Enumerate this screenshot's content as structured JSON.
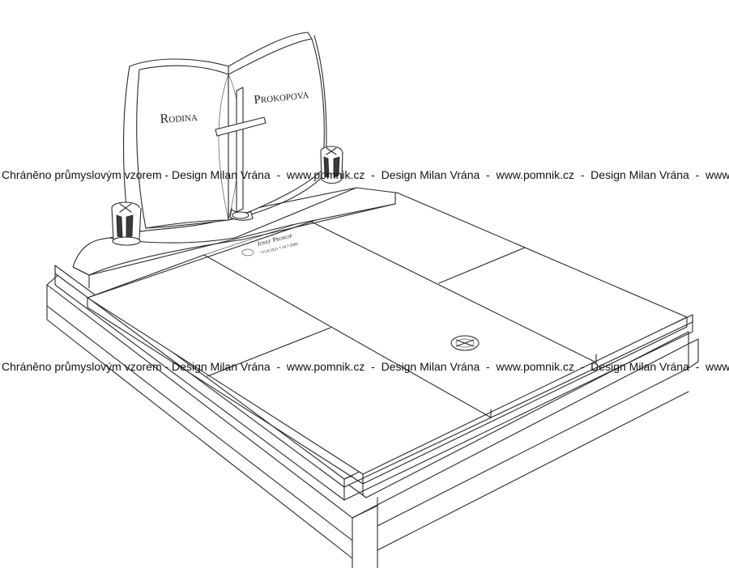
{
  "monument": {
    "headstone_left_text": "Rodina",
    "headstone_right_text": "Prokopova",
    "plaque_name": "Josef Prokop",
    "plaque_dates": "*15.8.1921  † 10.7.2000"
  },
  "watermark": {
    "line": "Chráněno průmyslovým vzorem - Design Milan Vrána  -  www.pomnik.cz  -  Design Milan Vrána  -  www.pomnik.cz  -  Design Milan Vrána  -  www.pomnik.cz"
  }
}
